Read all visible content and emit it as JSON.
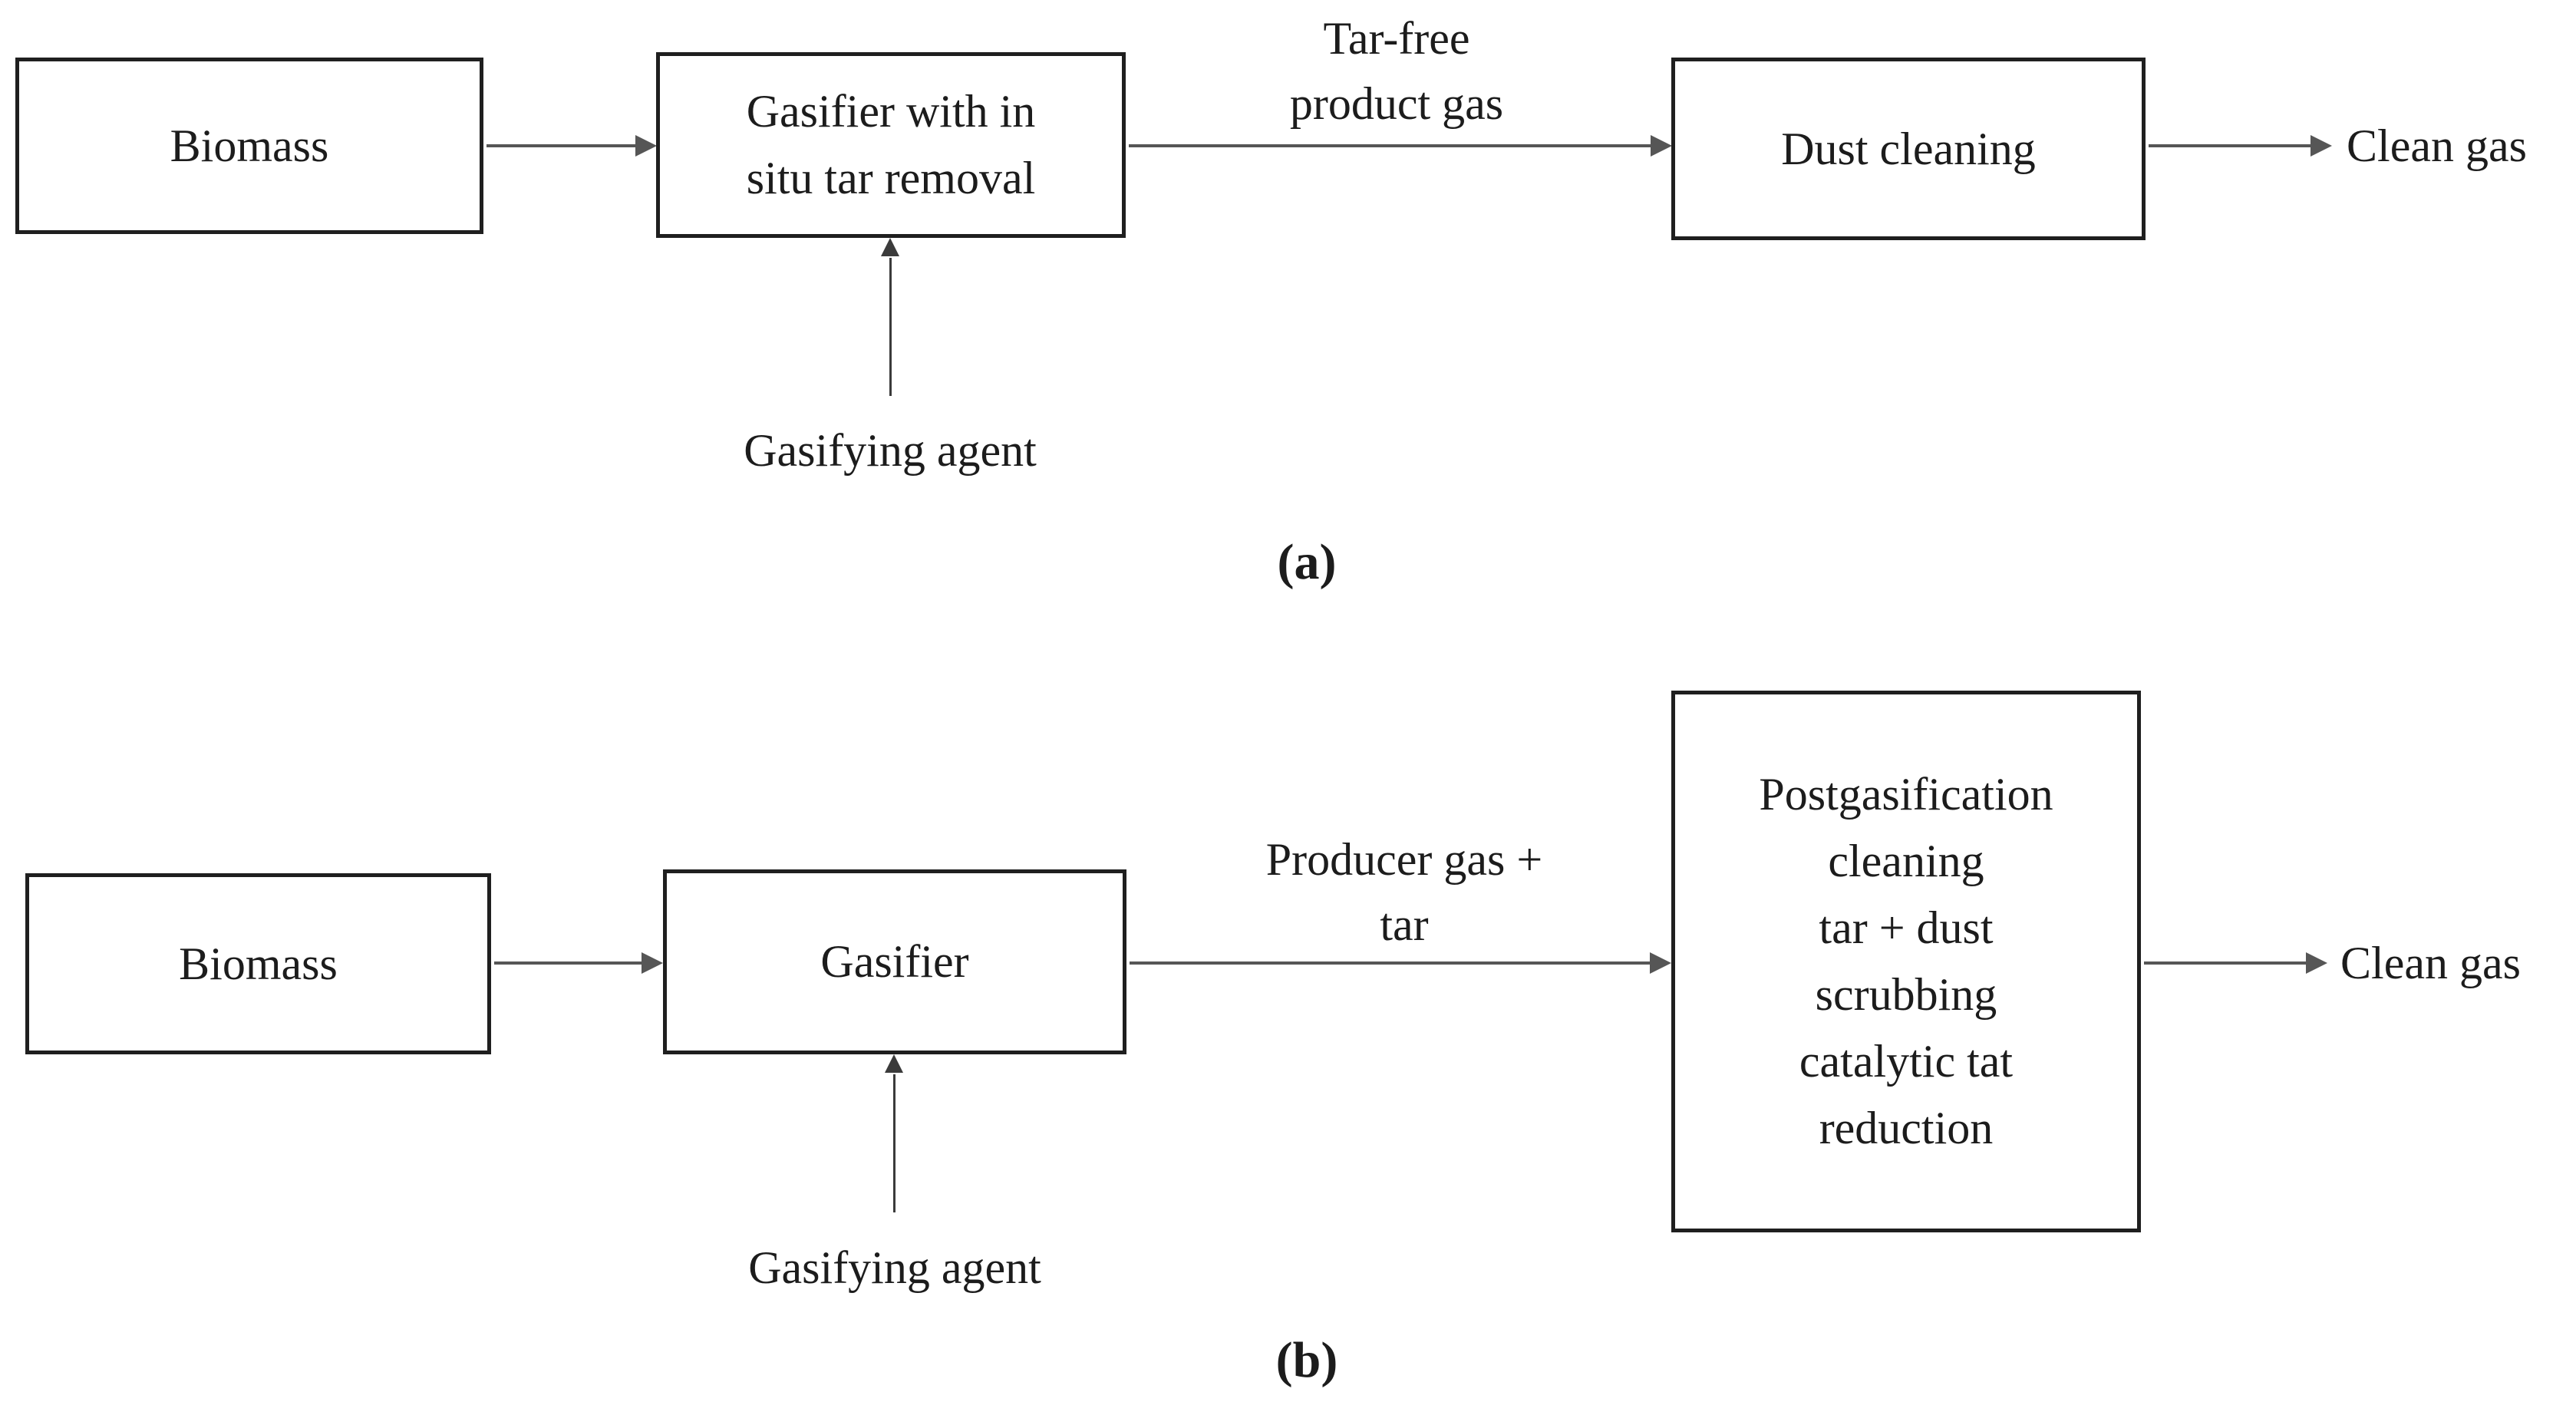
{
  "figure": {
    "colors": {
      "flow_line": "#565656",
      "vertical_line": "#3b3b3b",
      "box_border": "#1f1f1f",
      "text": "#1c1c1c",
      "background": "#ffffff"
    },
    "panel_a": {
      "caption": "(a)",
      "biomass_label": "Biomass",
      "gasifier_label": "Gasifier with in\nsitu tar removal",
      "dust_cleaning_label": "Dust cleaning",
      "flow_label": "Tar-free\nproduct gas",
      "gasifying_agent_label": "Gasifying agent",
      "clean_gas_label": "Clean gas"
    },
    "panel_b": {
      "caption": "(b)",
      "biomass_label": "Biomass",
      "gasifier_label": "Gasifier",
      "postgasification_label": "Postgasification\ncleaning\ntar + dust\nscrubbing\ncatalytic tat\nreduction",
      "flow_label": "Producer gas +\ntar",
      "gasifying_agent_label": "Gasifying agent",
      "clean_gas_label": "Clean gas"
    }
  }
}
